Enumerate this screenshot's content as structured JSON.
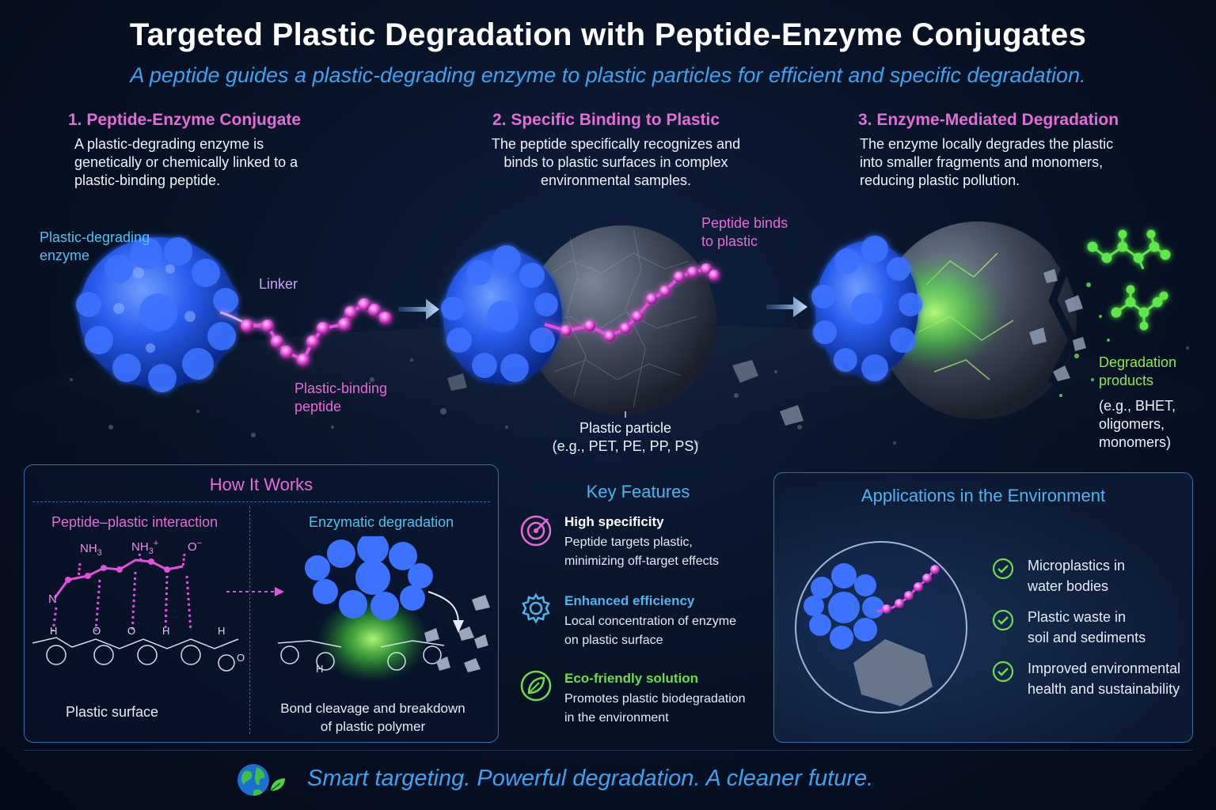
{
  "header": {
    "title": "Targeted Plastic Degradation with Peptide-Enzyme Conjugates",
    "subtitle": "A peptide guides a plastic-degrading enzyme to plastic particles for efficient and specific degradation."
  },
  "steps": [
    {
      "title": "1. Peptide-Enzyme Conjugate",
      "desc": [
        "A plastic-degrading enzyme is",
        "genetically or chemically linked to a",
        "plastic-binding peptide."
      ]
    },
    {
      "title": "2. Specific Binding to Plastic",
      "desc": [
        "The peptide specifically recognizes and",
        "binds to plastic surfaces in complex",
        "environmental samples."
      ]
    },
    {
      "title": "3. Enzyme-Mediated Degradation",
      "desc": [
        "The enzyme locally degrades the plastic",
        "into smaller fragments and monomers,",
        "reducing plastic pollution."
      ]
    }
  ],
  "labels": {
    "enzyme": [
      "Plastic-degrading",
      "enzyme"
    ],
    "linker": "Linker",
    "peptide": [
      "Plastic-binding",
      "peptide"
    ],
    "particle": [
      "Plastic particle",
      "(e.g., PET, PE, PP, PS)"
    ],
    "binds": [
      "Peptide binds",
      "to plastic"
    ],
    "products_title": [
      "Degradation",
      "products"
    ],
    "products_examples": [
      "(e.g., BHET,",
      "oligomers,",
      "monomers)"
    ]
  },
  "how_it_works": {
    "title": "How It Works",
    "left_title": "Peptide–plastic interaction",
    "right_title": "Enzymatic degradation",
    "chem": {
      "nh3": "NH",
      "sub3": "3",
      "plus": "+",
      "o_minus": "O",
      "minus": "−",
      "n": "N",
      "h": "H",
      "o": "O"
    },
    "left_caption": "Plastic surface",
    "right_caption": [
      "Bond cleavage and breakdown",
      "of plastic polymer"
    ]
  },
  "key_features": {
    "title": "Key Features",
    "items": [
      {
        "icon": "target-icon",
        "title": "High specificity",
        "desc": [
          "Peptide targets plastic,",
          "minimizing off-target effects"
        ],
        "color": "#e66bd8"
      },
      {
        "icon": "gear-icon",
        "title": "Enhanced efficiency",
        "desc": [
          "Local concentration of enzyme",
          "on plastic surface"
        ],
        "color": "#4fb4f0"
      },
      {
        "icon": "leaf-icon",
        "title": "Eco-friendly solution",
        "desc": [
          "Promotes plastic biodegradation",
          "in the environment"
        ],
        "color": "#6fdc4a"
      }
    ]
  },
  "applications": {
    "title": "Applications in the Environment",
    "items": [
      [
        "Microplastics in",
        "water bodies"
      ],
      [
        "Plastic waste in",
        "soil and sediments"
      ],
      [
        "Improved environmental",
        "health and sustainability"
      ]
    ]
  },
  "footer": {
    "tagline": "Smart targeting. Powerful degradation. A cleaner future."
  },
  "colors": {
    "enzyme_blue": "#2a5ef0",
    "peptide_pink": "#e64ee0",
    "degradation_green": "#5ce84a",
    "accent_blue": "#3ea2f2"
  }
}
